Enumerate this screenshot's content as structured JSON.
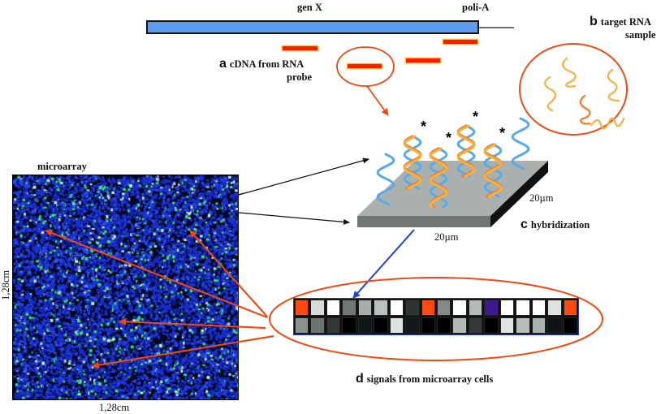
{
  "labels": {
    "gene": "gen X",
    "polyA": "poli-A",
    "a_letter": "a",
    "a_text_line1": "cDNA from RNA",
    "a_text_line2": "probe",
    "b_letter": "b",
    "b_text_line1": "target RNA",
    "b_text_line2": "sample",
    "c_letter": "c",
    "c_text": "hybridization",
    "d_letter": "d",
    "d_text": "signals from microarray cells",
    "microarray_title": "microarray",
    "chip_dim_x": "1,28cm",
    "chip_dim_y": "1,28cm",
    "slide_dim_x": "20µm",
    "slide_dim_y": "20µm",
    "asterisk": "*"
  },
  "colors": {
    "gene_bar": "#5b9bf0",
    "probe": "#ff1a00",
    "probe_glow": "#f5e66a",
    "callout": "#f04a14",
    "rna_strand_a": "#f5b042",
    "rna_strand_b": "#f07a28",
    "dna_strand": "#5aaae8",
    "slide_top": "#a9b0ae",
    "slide_front": "#6f7674",
    "slide_side": "#111111",
    "blue_arrow": "#1f3fd8",
    "black_arrow": "#111111"
  },
  "signal_grid": {
    "rows": [
      [
        "#ff4a14",
        "#d6dbd9",
        "#ffffff",
        "#6f7674",
        "#a6aeac",
        "#b9c1bf",
        "#ffffff",
        "#2d3533",
        "#ff4a14",
        "#838b89",
        "#ffffff",
        "#b3bbb9",
        "#3a1a8c",
        "#ffffff",
        "#ffffff",
        "#ffffff",
        "#dde2e0",
        "#ff4a14"
      ],
      [
        "#8b9391",
        "#6c7472",
        "#2f3836",
        "#000000",
        "#0f1719",
        "#000000",
        "#dde2e0",
        "#10181a",
        "#000000",
        "#000000",
        "#b2bab8",
        "#323b39",
        "#000000",
        "#e0e5e3",
        "#b6bebc",
        "#aab2b0",
        "#0e1517",
        "#000000"
      ]
    ]
  }
}
